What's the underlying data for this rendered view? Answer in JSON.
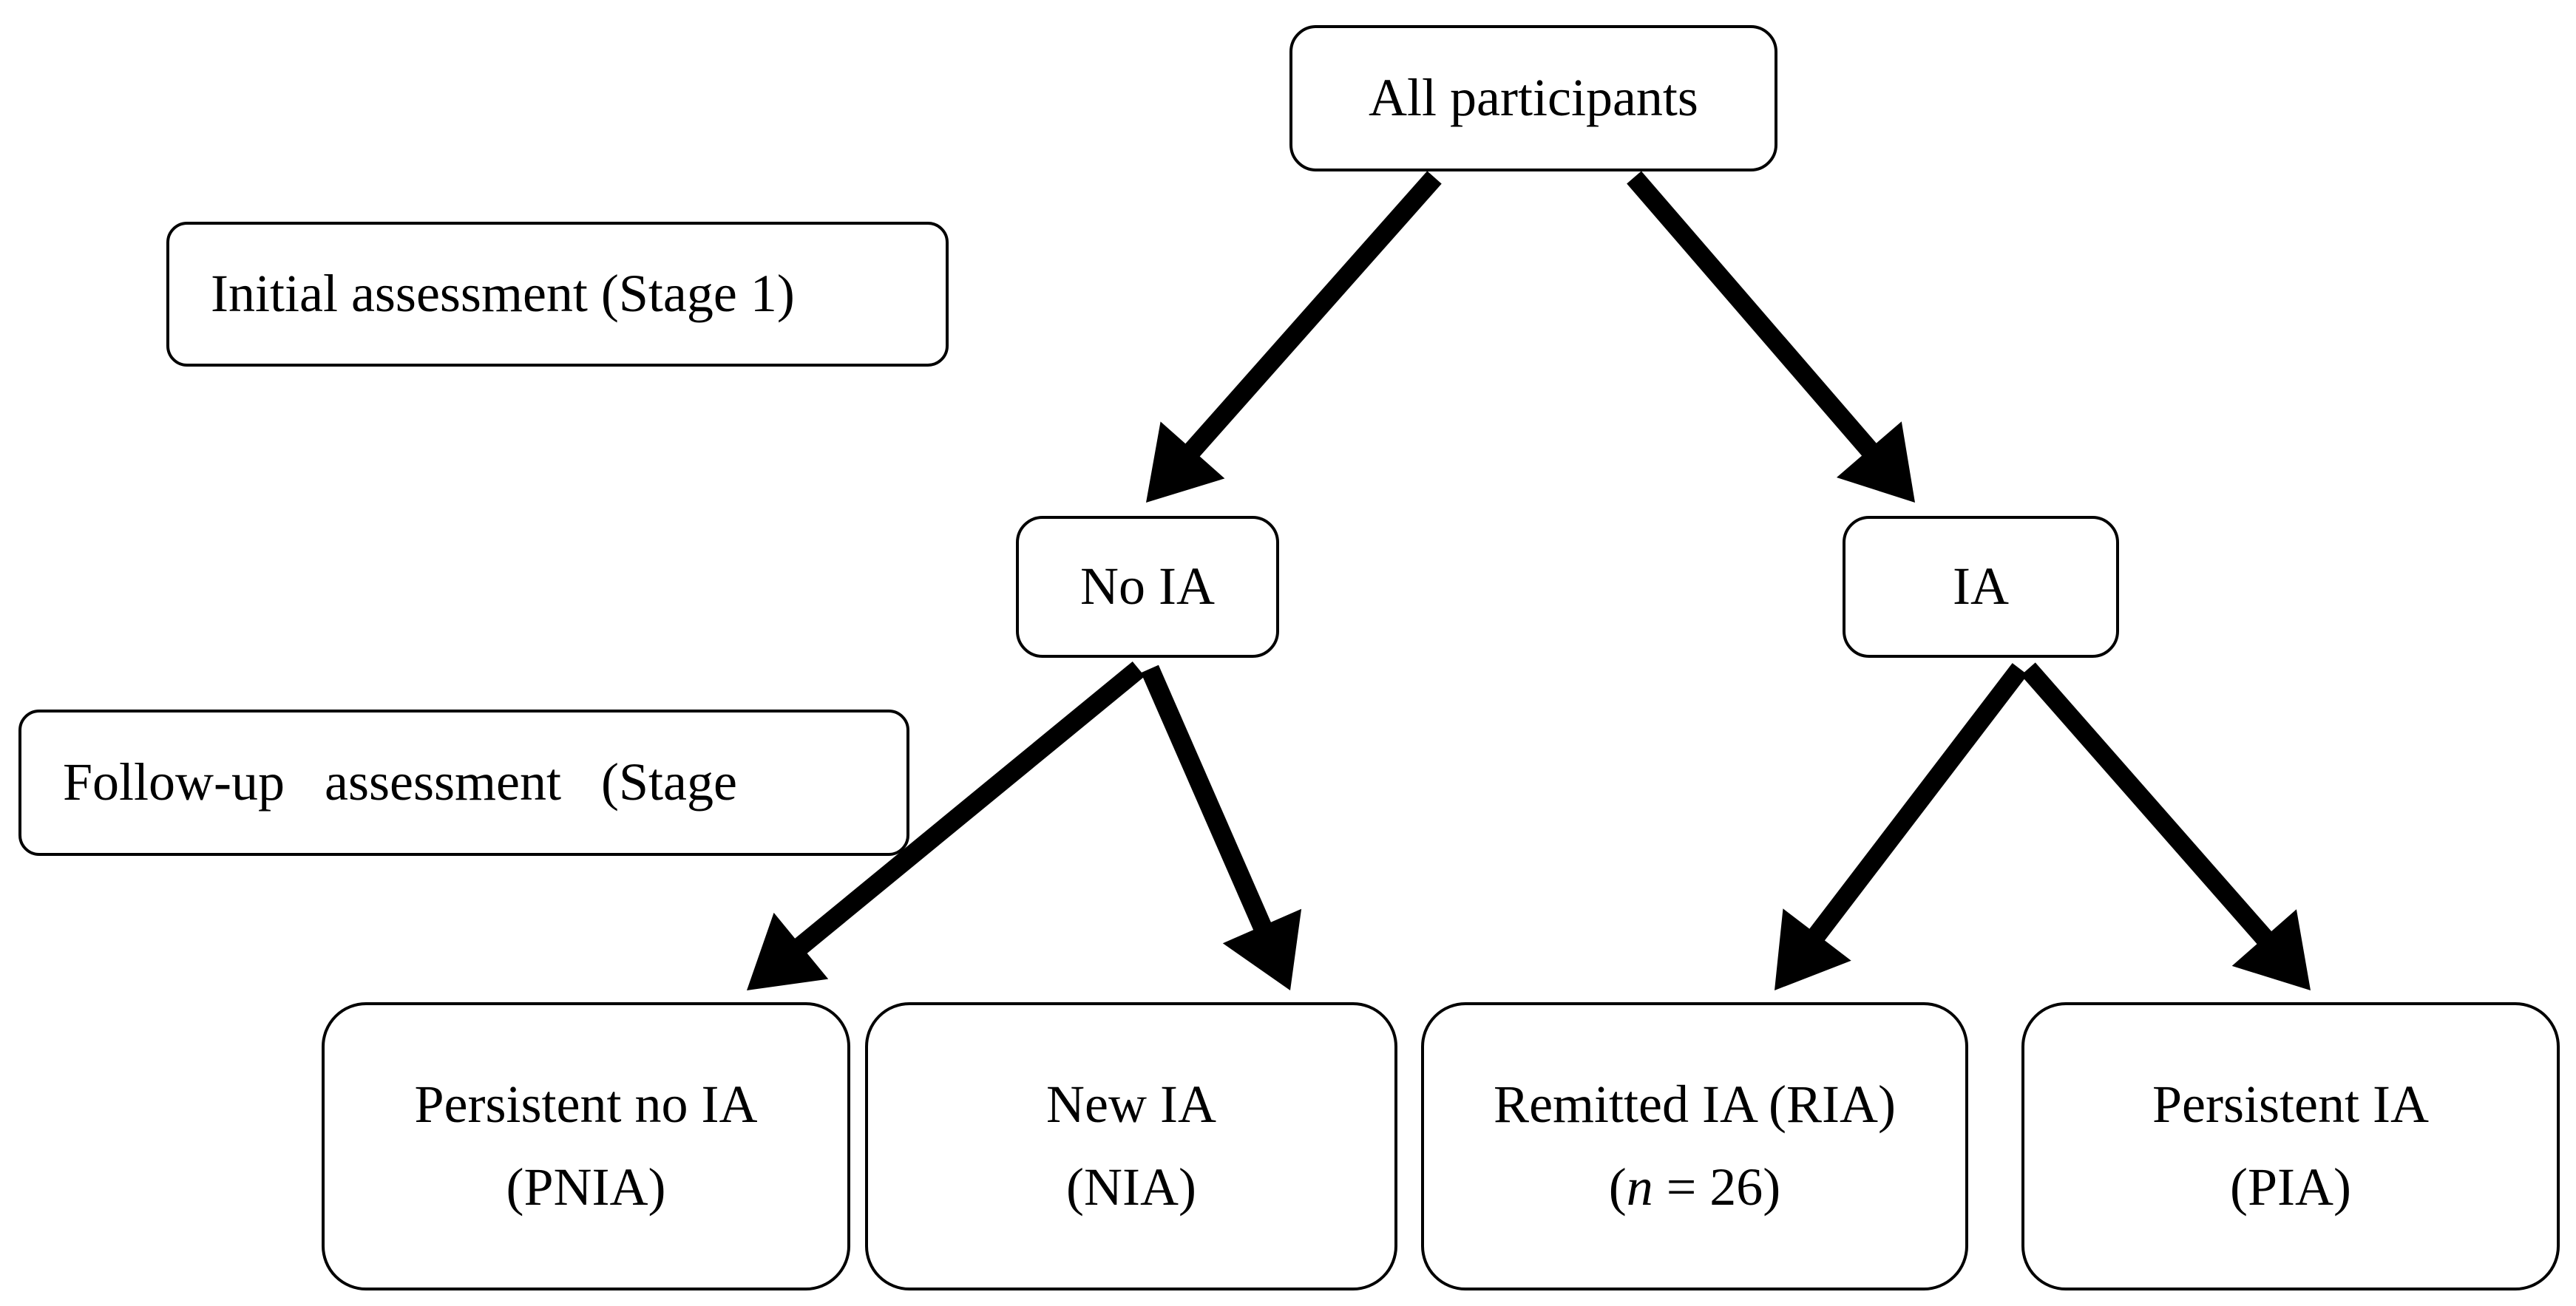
{
  "nodes": {
    "stage1": {
      "label": "Initial assessment (Stage 1)"
    },
    "stage2": {
      "label": "Follow-up   assessment   (Stage"
    },
    "all": {
      "label": "All participants"
    },
    "noia": {
      "label": "No IA"
    },
    "ia": {
      "label": "IA"
    },
    "pnia": {
      "line1": "Persistent no IA",
      "line2": "(PNIA)"
    },
    "nia": {
      "line1": "New IA",
      "line2": "(NIA)"
    },
    "ria": {
      "line1": "Remitted IA (RIA)",
      "line2_n": "n",
      "line2_rest": " = 26)",
      "line2_open": "("
    },
    "pia": {
      "line1": "Persistent IA",
      "line2": "(PIA)"
    }
  },
  "edges": [
    {
      "from": "all",
      "to": "noia"
    },
    {
      "from": "all",
      "to": "ia"
    },
    {
      "from": "noia",
      "to": "pnia"
    },
    {
      "from": "noia",
      "to": "nia"
    },
    {
      "from": "ia",
      "to": "ria"
    },
    {
      "from": "ia",
      "to": "pia"
    }
  ],
  "colors": {
    "stroke": "#000000",
    "background": "#ffffff"
  }
}
